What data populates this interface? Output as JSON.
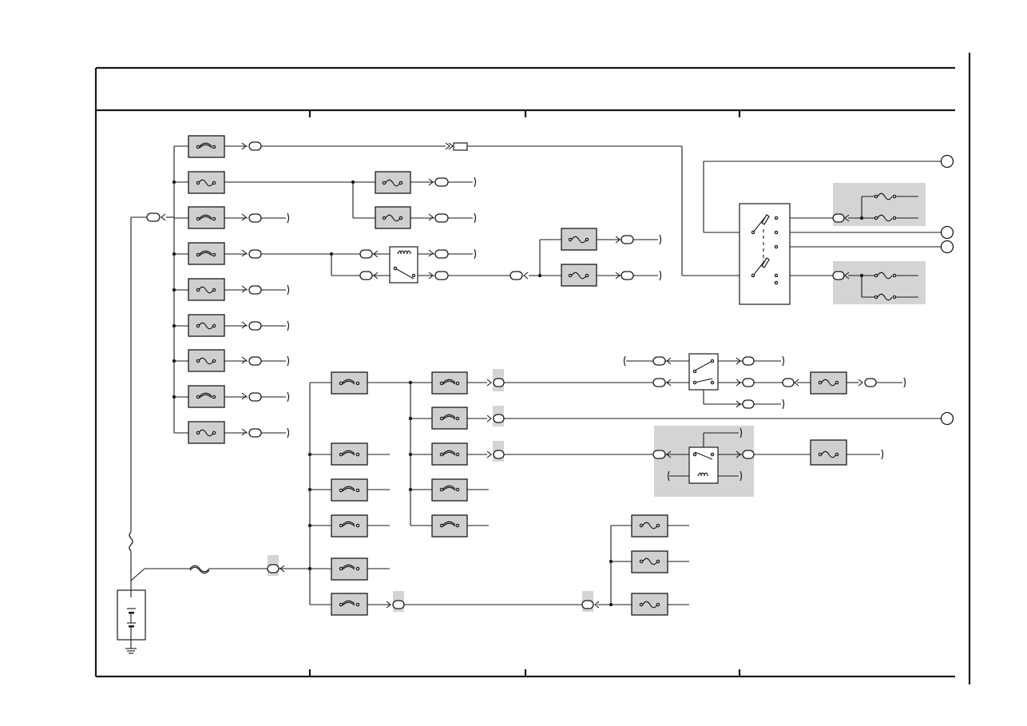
{
  "diagram": {
    "kind": "power-source-wiring-diagram",
    "colors": {
      "line": "#1a1a1a",
      "fuse_fill": "#cfcfcf",
      "highlight": "#d4d4d4",
      "background": "#ffffff"
    },
    "components": {
      "battery": "battery-symbol",
      "ground": "ground-symbol",
      "fuse_blocks_left_column": 9,
      "fuse_blocks_column_2": 6,
      "fuse_blocks_column_3": 5,
      "fuse_blocks_lower_right": 3,
      "relays": 3,
      "ignition_switch": "two-pole-switch",
      "off_page_circles": 4
    },
    "text": []
  }
}
